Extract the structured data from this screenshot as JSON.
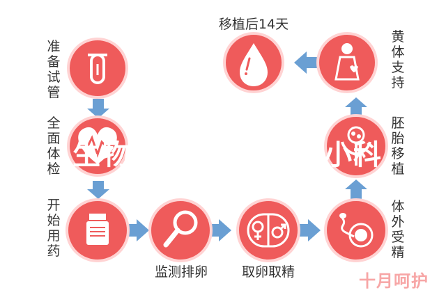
{
  "colors": {
    "circle": "#ef5b5b",
    "ring": "#ffd3d3",
    "arrow": "#6a9fd3",
    "icon": "#ffffff"
  },
  "steps": {
    "prepare": "准备试管",
    "checkup": "全面体检",
    "medication": "开始用药",
    "monitor": "监测排卵",
    "retrieve": "取卵取精",
    "fertilize": "体外受精",
    "transfer": "胚胎移植",
    "support": "黄体支持",
    "after": "移植后14天"
  },
  "icons": [
    "test-tube-icon",
    "heart-monitor-icon",
    "medicine-bottle-icon",
    "magnifier-icon",
    "gender-symbols-icon",
    "sperm-egg-icon",
    "embryo-plant-icon",
    "pregnant-woman-icon",
    "blood-drop-icon"
  ],
  "watermark": {
    "left": "生物",
    "right": "小科"
  },
  "brand": "十月呵护"
}
